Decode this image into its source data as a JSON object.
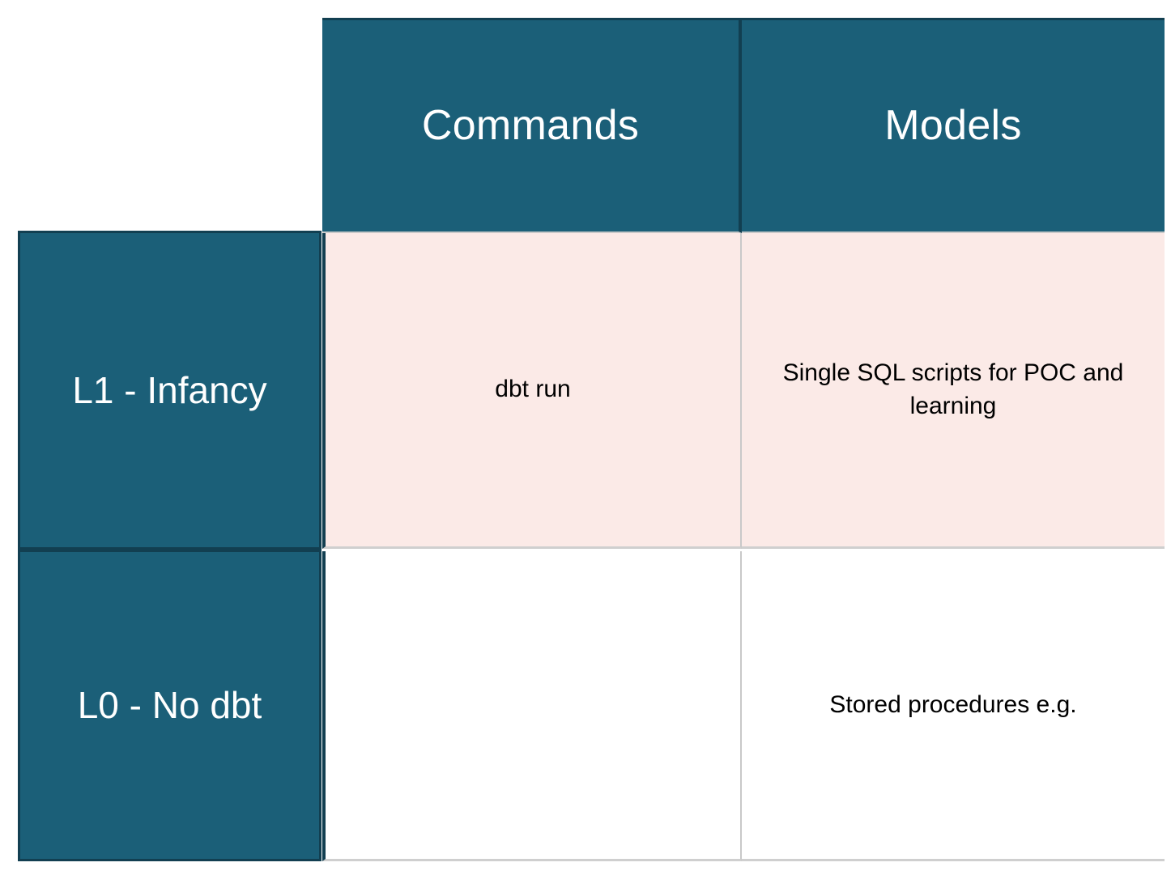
{
  "table": {
    "corner_label": "",
    "column_headers": [
      {
        "id": "commands",
        "label": "Commands"
      },
      {
        "id": "models",
        "label": "Models"
      }
    ],
    "rows": [
      {
        "id": "l1",
        "header": "L1 - Infancy",
        "cells": [
          {
            "column": "commands",
            "text": "dbt run"
          },
          {
            "column": "models",
            "text": "Single SQL scripts for POC and learning"
          }
        ]
      },
      {
        "id": "l0",
        "header": "L0 - No dbt",
        "cells": [
          {
            "column": "commands",
            "text": ""
          },
          {
            "column": "models",
            "text": "Stored procedures e.g."
          }
        ]
      }
    ],
    "colors": {
      "header_fill": "#1b5f78",
      "header_border": "#123f51",
      "header_text": "#ffffff",
      "row_l1_fill": "#fbeae7",
      "row_l0_fill": "#ffffff",
      "grid_line": "#c9c9c9",
      "body_text": "#000000"
    }
  }
}
